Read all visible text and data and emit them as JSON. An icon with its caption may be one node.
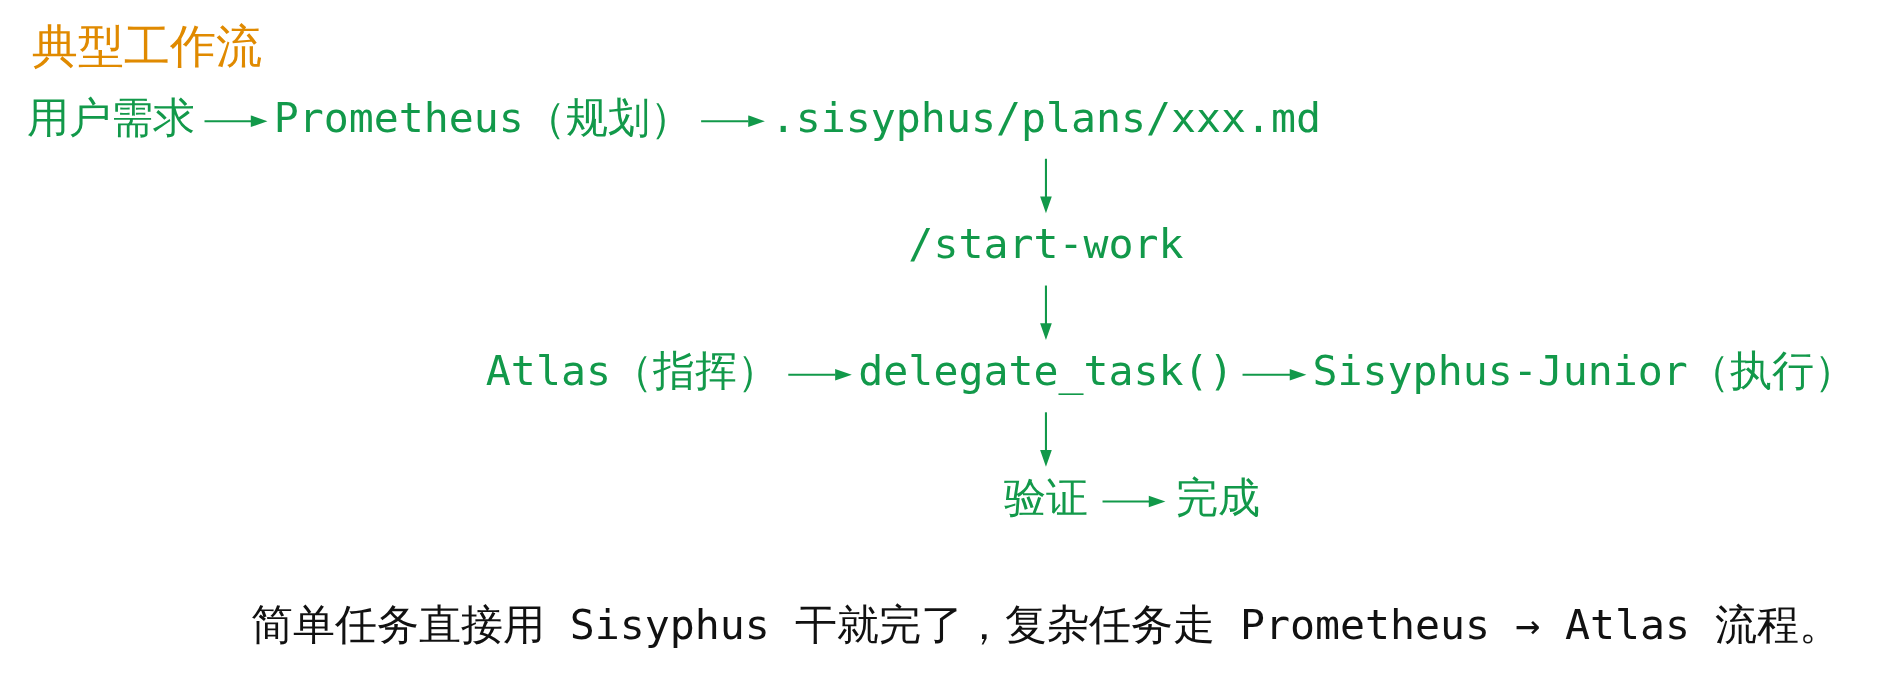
{
  "diagram": {
    "title": "典型工作流",
    "caption": "简单任务直接用 Sisyphus 干就完了，复杂任务走 Prometheus → Atlas 流程。",
    "nodes": [
      {
        "text": [
          "用户需求"
        ]
      },
      {
        "text": [
          "Prometheus（规划）"
        ]
      },
      {
        "text": [
          ".sisyphus/plans/xxx.md"
        ]
      },
      {
        "text": [
          "/start-work"
        ]
      },
      {
        "text": [
          "Atlas（指挥）"
        ]
      },
      {
        "text": [
          "delegate_task()"
        ]
      },
      {
        "text": [
          "Sisyphus-Junior（执行）"
        ]
      },
      {
        "text": [
          "验证"
        ]
      },
      {
        "text": [
          "完成"
        ]
      }
    ],
    "edges": [
      {
        "from": 0,
        "to": 1,
        "arrow": "to"
      },
      {
        "from": 1,
        "to": 2,
        "arrow": "to"
      },
      {
        "from": 2,
        "to": 3,
        "arrow": "to"
      },
      {
        "from": 3,
        "to": 5,
        "arrow": "to"
      },
      {
        "from": 4,
        "to": 5,
        "arrow": "to"
      },
      {
        "from": 5,
        "to": 6,
        "arrow": "to"
      },
      {
        "from": 5,
        "to": 7,
        "arrow": "to"
      },
      {
        "from": 7,
        "to": 8,
        "arrow": "to"
      }
    ]
  }
}
